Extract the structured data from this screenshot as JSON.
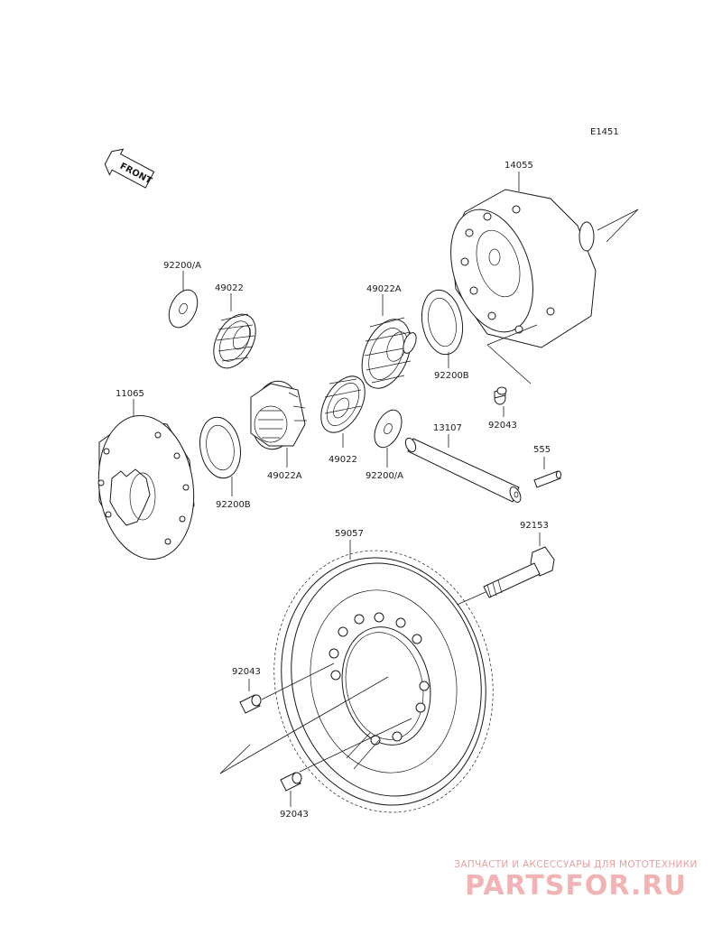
{
  "diagram_code": "E1451",
  "front_label": "FRONT",
  "parts": [
    {
      "key": "p14055",
      "label": "14055"
    },
    {
      "key": "p92200A_top",
      "label": "92200/A"
    },
    {
      "key": "p49022_top",
      "label": "49022"
    },
    {
      "key": "p49022A_top",
      "label": "49022A"
    },
    {
      "key": "p92200B_right",
      "label": "92200B"
    },
    {
      "key": "p11065",
      "label": "11065"
    },
    {
      "key": "p92043_right",
      "label": "92043"
    },
    {
      "key": "p13107",
      "label": "13107"
    },
    {
      "key": "p555",
      "label": "555"
    },
    {
      "key": "p49022A_mid",
      "label": "49022A"
    },
    {
      "key": "p49022_mid",
      "label": "49022"
    },
    {
      "key": "p92200A_mid",
      "label": "92200/A"
    },
    {
      "key": "p92200B_left",
      "label": "92200B"
    },
    {
      "key": "p59057",
      "label": "59057"
    },
    {
      "key": "p92153",
      "label": "92153"
    },
    {
      "key": "p92043_left",
      "label": "92043"
    },
    {
      "key": "p92043_bottom",
      "label": "92043"
    }
  ],
  "watermark": {
    "subtitle": "ЗАПЧАСТИ И АКСЕССУАРЫ ДЛЯ МОТОТЕХНИКИ",
    "brand": "PARTSFOR.RU",
    "color": "#e89a9a"
  }
}
